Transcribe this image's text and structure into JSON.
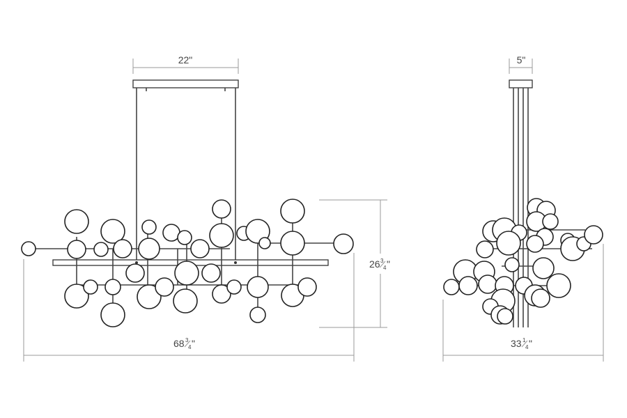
{
  "dimensions": {
    "canopy_width": {
      "value": "22",
      "unit": "\""
    },
    "side_canopy_width": {
      "value": "5",
      "unit": "\""
    },
    "height": {
      "whole": "26",
      "num": "3",
      "den": "4",
      "unit": "\""
    },
    "length": {
      "whole": "68",
      "num": "3",
      "den": "4",
      "unit": "\""
    },
    "depth": {
      "whole": "33",
      "num": "1",
      "den": "4",
      "unit": "\""
    }
  },
  "colors": {
    "outline": "#222222",
    "dimension_line": "#999999",
    "label": "#444444",
    "background": "#ffffff"
  }
}
